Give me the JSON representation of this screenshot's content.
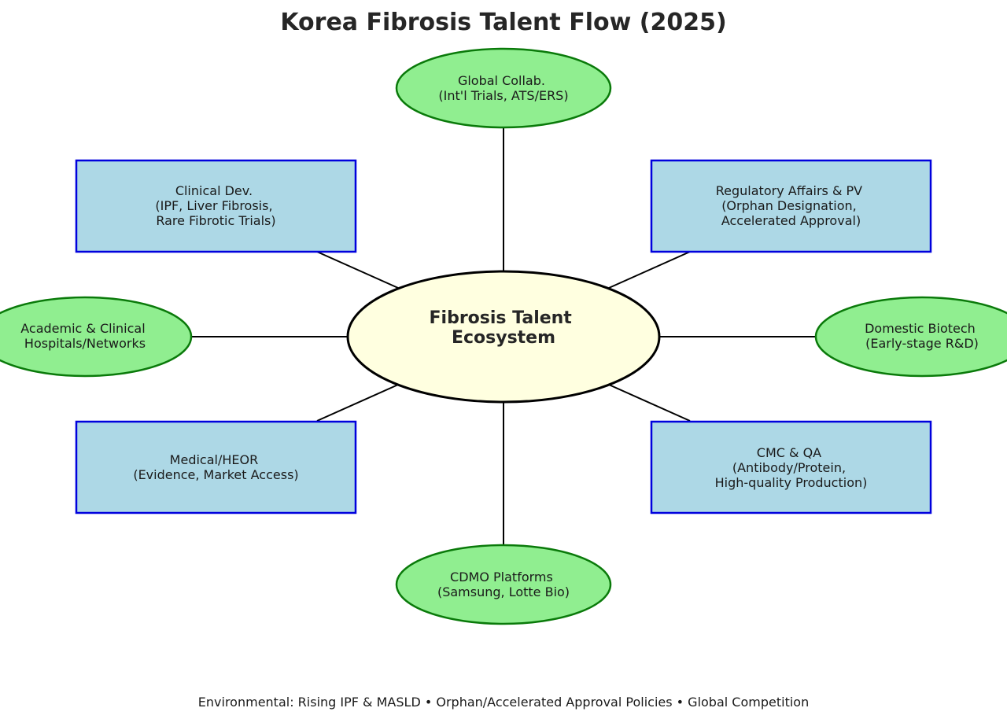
{
  "title": "Korea Fibrosis Talent Flow (2025)",
  "center": {
    "lines": [
      "Fibrosis Talent",
      "Ecosystem"
    ]
  },
  "nodes": {
    "global_collab": {
      "lines": [
        "Global Collab.",
        "(Int'l Trials, ATS/ERS)"
      ]
    },
    "clinical_dev": {
      "lines": [
        "Clinical Dev.",
        "(IPF, Liver Fibrosis,",
        "Rare Fibrotic Trials)"
      ]
    },
    "regulatory": {
      "lines": [
        "Regulatory Affairs & PV",
        "(Orphan Designation,",
        "Accelerated Approval)"
      ]
    },
    "academic": {
      "lines": [
        "Academic & Clinical",
        "Hospitals/Networks"
      ]
    },
    "domestic_biotech": {
      "lines": [
        "Domestic Biotech",
        "(Early-stage R&D)"
      ]
    },
    "medical_heor": {
      "lines": [
        "Medical/HEOR",
        "(Evidence, Market Access)"
      ]
    },
    "cmc_qa": {
      "lines": [
        "CMC & QA",
        "(Antibody/Protein,",
        "High-quality Production)"
      ]
    },
    "cdmo": {
      "lines": [
        "CDMO Platforms",
        "(Samsung, Lotte Bio)"
      ]
    }
  },
  "footer": "Environmental: Rising IPF & MASLD • Orphan/Accelerated Approval Policies • Global Competition",
  "colors": {
    "rect_fill": "#add8e6",
    "rect_stroke": "#0000dd",
    "ellipse_fill": "#90ee90",
    "ellipse_stroke": "#0a7a0a",
    "center_fill": "#ffffe0",
    "center_stroke": "#000000"
  }
}
